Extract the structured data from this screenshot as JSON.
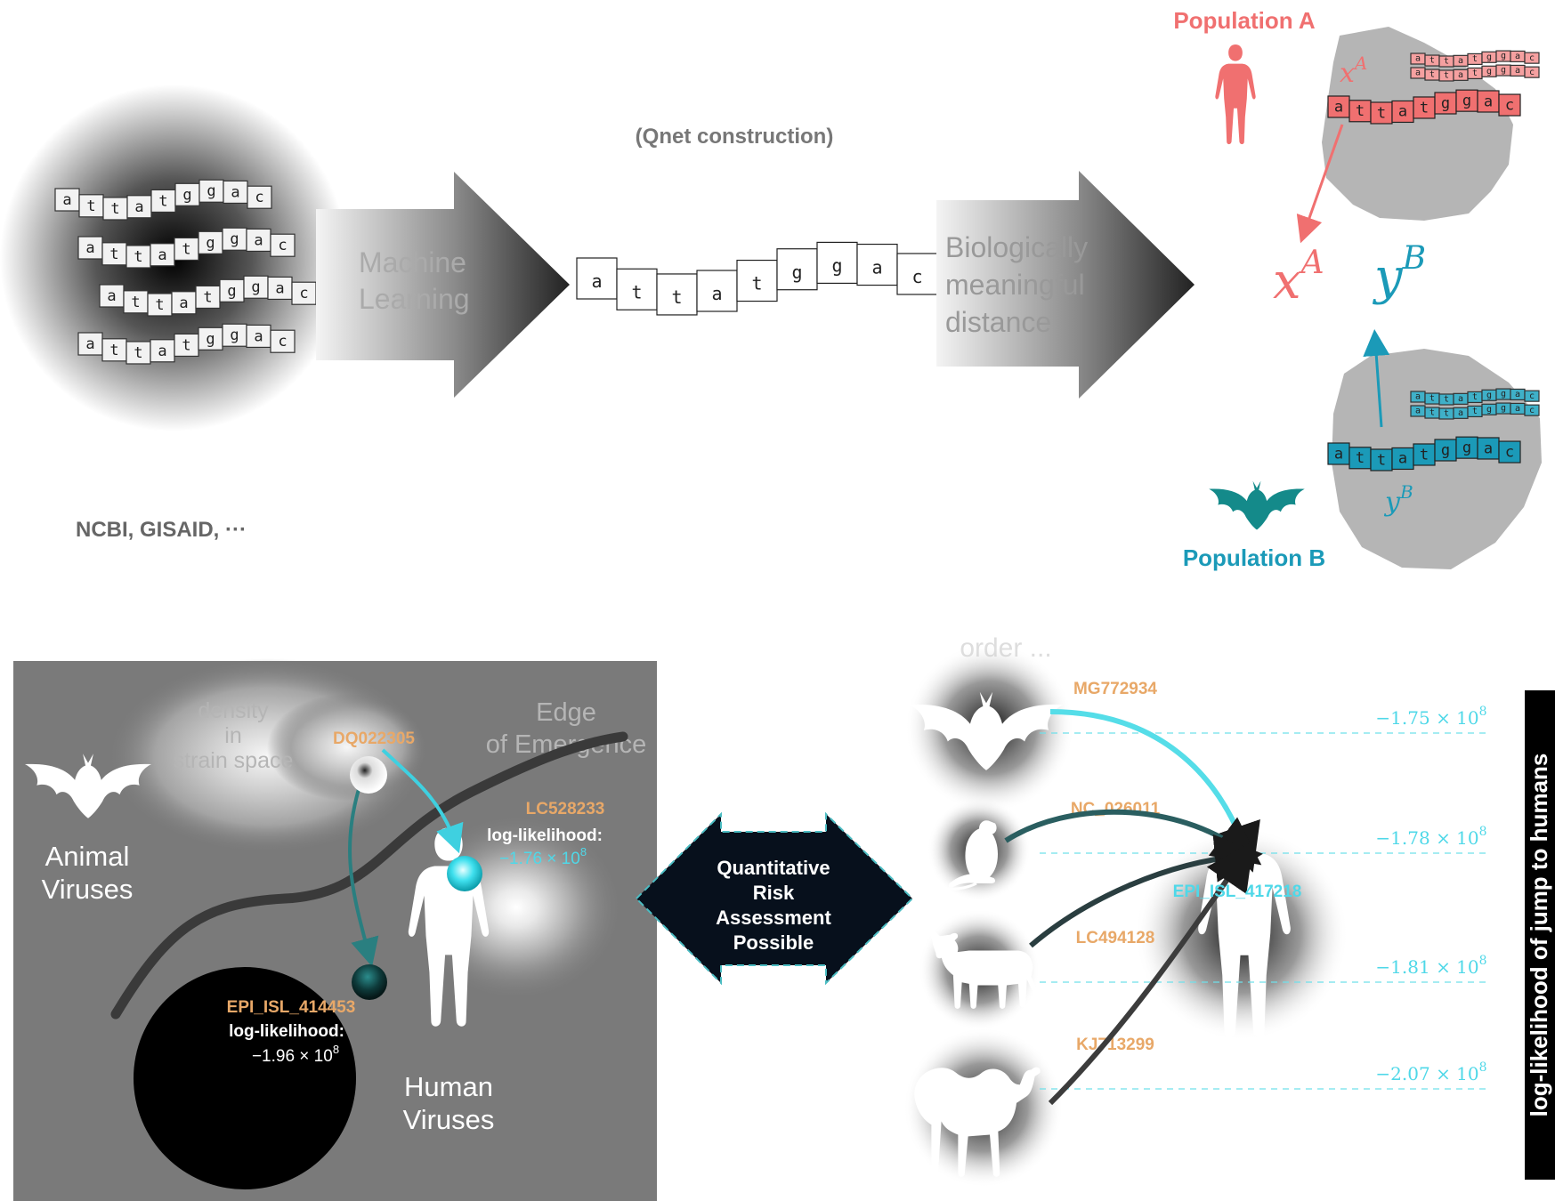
{
  "top": {
    "sources_label": "NCBI, GISAID, ···",
    "arrow1_lines": [
      "Machine",
      "Learning"
    ],
    "qnet_label": "(Qnet construction)",
    "arrow2_lines": [
      "Biologically",
      "meaningful",
      "distance"
    ],
    "sequence_letters": [
      "a",
      "t",
      "t",
      "a",
      "t",
      "g",
      "g",
      "a",
      "c"
    ],
    "population_a": "Population A",
    "population_b": "Population B",
    "x_symbol": "x",
    "x_sup": "A",
    "y_symbol": "y",
    "y_sup": "B"
  },
  "left_panel": {
    "header_fragment": "",
    "density_lines": [
      "density",
      "in",
      "strain space"
    ],
    "edge_lines": [
      "Edge",
      "of Emergence"
    ],
    "animal_lines": [
      "Animal",
      "Viruses"
    ],
    "human_lines": [
      "Human",
      "Viruses"
    ],
    "strain_top": "DQ022305",
    "strain_mid": "LC528233",
    "loglik_label": "log-likelihood:",
    "mid_value": "−1.76 × 10",
    "mid_exp": "8",
    "strain_low": "EPI_ISL_414453",
    "low_value": "−1.96 × 10",
    "low_exp": "8"
  },
  "center": {
    "lines": [
      "Quantitative",
      "Risk",
      "Assessment",
      "Possible"
    ]
  },
  "right_panel": {
    "header_fragment": "order ...",
    "human_strain": "EPI_ISL_417218",
    "axis_label": "log-likelihood of jump to humans",
    "hosts": [
      {
        "icon": "bat-icon",
        "accession": "MG772934",
        "value": "−1.75 × 10",
        "exp": "8"
      },
      {
        "icon": "rat-icon",
        "accession": "NC_026011",
        "value": "−1.78 × 10",
        "exp": "8"
      },
      {
        "icon": "cow-icon",
        "accession": "LC494128",
        "value": "−1.81 × 10",
        "exp": "8"
      },
      {
        "icon": "camel-icon",
        "accession": "KJ713299",
        "value": "−2.07 × 10",
        "exp": "8"
      }
    ]
  },
  "colors": {
    "pop_a": "#f07070",
    "pop_b": "#1b9ab8",
    "bat_teal": "#148a8a",
    "accession_orange": "#e8a868",
    "cyan_value": "#4fd8e8",
    "panel_gray": "#7a7a7a",
    "dark_box": "#07101c"
  }
}
